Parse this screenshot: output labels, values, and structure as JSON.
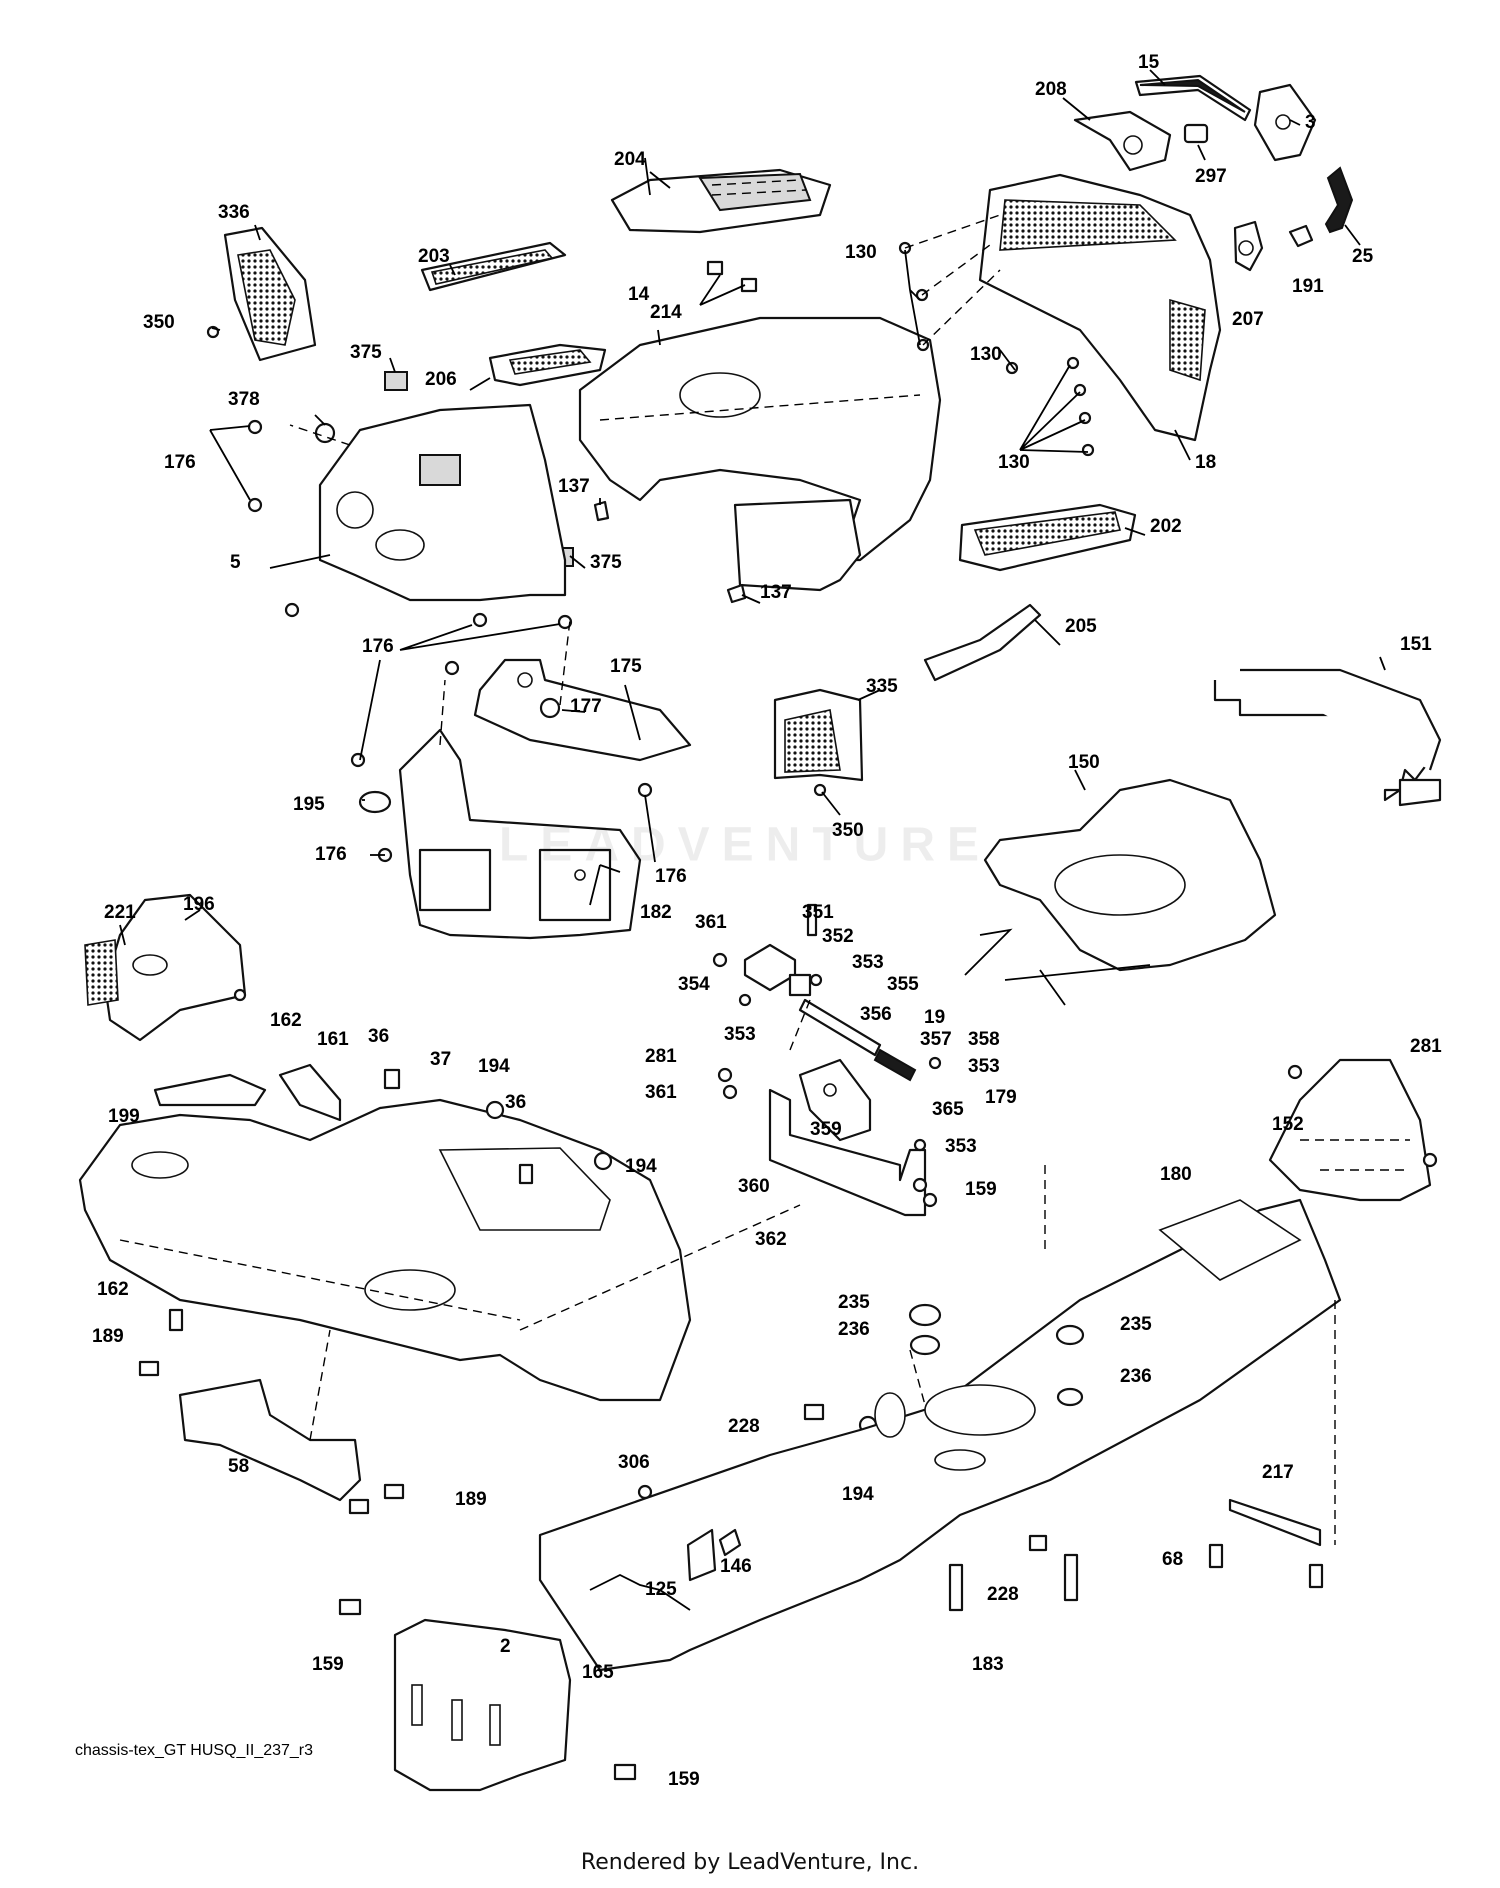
{
  "diagram": {
    "drawing_id": "chassis-tex_GT HUSQ_II_237_r3",
    "rendered_by": "Rendered by LeadVenture, Inc.",
    "watermark": "LEADVENTURE"
  },
  "parts": [
    {
      "id": "p15",
      "label": "15"
    },
    {
      "id": "p208",
      "label": "208"
    },
    {
      "id": "p3",
      "label": "3"
    },
    {
      "id": "p297",
      "label": "297"
    },
    {
      "id": "p25",
      "label": "25"
    },
    {
      "id": "p204",
      "label": "204"
    },
    {
      "id": "p336",
      "label": "336"
    },
    {
      "id": "p203",
      "label": "203"
    },
    {
      "id": "p214",
      "label": "214"
    },
    {
      "id": "p130",
      "label": "130"
    },
    {
      "id": "p191",
      "label": "191"
    },
    {
      "id": "p207",
      "label": "207"
    },
    {
      "id": "p14",
      "label": "14"
    },
    {
      "id": "p350",
      "label": "350"
    },
    {
      "id": "p375",
      "label": "375"
    },
    {
      "id": "p206",
      "label": "206"
    },
    {
      "id": "p378",
      "label": "378"
    },
    {
      "id": "p176",
      "label": "176"
    },
    {
      "id": "p18",
      "label": "18"
    },
    {
      "id": "p137",
      "label": "137"
    },
    {
      "id": "p202",
      "label": "202"
    },
    {
      "id": "p5",
      "label": "5"
    },
    {
      "id": "p205",
      "label": "205"
    },
    {
      "id": "p175",
      "label": "175"
    },
    {
      "id": "p151",
      "label": "151"
    },
    {
      "id": "p177",
      "label": "177"
    },
    {
      "id": "p335",
      "label": "335"
    },
    {
      "id": "p150",
      "label": "150"
    },
    {
      "id": "p195",
      "label": "195"
    },
    {
      "id": "p182",
      "label": "182"
    },
    {
      "id": "p221",
      "label": "221"
    },
    {
      "id": "p196",
      "label": "196"
    },
    {
      "id": "p351",
      "label": "351"
    },
    {
      "id": "p361",
      "label": "361"
    },
    {
      "id": "p352",
      "label": "352"
    },
    {
      "id": "p353",
      "label": "353"
    },
    {
      "id": "p354",
      "label": "354"
    },
    {
      "id": "p355",
      "label": "355"
    },
    {
      "id": "p162",
      "label": "162"
    },
    {
      "id": "p356",
      "label": "356"
    },
    {
      "id": "p19",
      "label": "19"
    },
    {
      "id": "p161",
      "label": "161"
    },
    {
      "id": "p36",
      "label": "36"
    },
    {
      "id": "p37",
      "label": "37"
    },
    {
      "id": "p357",
      "label": "357"
    },
    {
      "id": "p358",
      "label": "358"
    },
    {
      "id": "p281",
      "label": "281"
    },
    {
      "id": "p194",
      "label": "194"
    },
    {
      "id": "p179",
      "label": "179"
    },
    {
      "id": "p365",
      "label": "365"
    },
    {
      "id": "p199",
      "label": "199"
    },
    {
      "id": "p359",
      "label": "359"
    },
    {
      "id": "p152",
      "label": "152"
    },
    {
      "id": "p360",
      "label": "360"
    },
    {
      "id": "p159",
      "label": "159"
    },
    {
      "id": "p180",
      "label": "180"
    },
    {
      "id": "p362",
      "label": "362"
    },
    {
      "id": "p235",
      "label": "235"
    },
    {
      "id": "p189",
      "label": "189"
    },
    {
      "id": "p236",
      "label": "236"
    },
    {
      "id": "p228",
      "label": "228"
    },
    {
      "id": "p58",
      "label": "58"
    },
    {
      "id": "p306",
      "label": "306"
    },
    {
      "id": "p217",
      "label": "217"
    },
    {
      "id": "p146",
      "label": "146"
    },
    {
      "id": "p68",
      "label": "68"
    },
    {
      "id": "p125",
      "label": "125"
    },
    {
      "id": "p183",
      "label": "183"
    },
    {
      "id": "p2",
      "label": "2"
    },
    {
      "id": "p165",
      "label": "165"
    }
  ]
}
